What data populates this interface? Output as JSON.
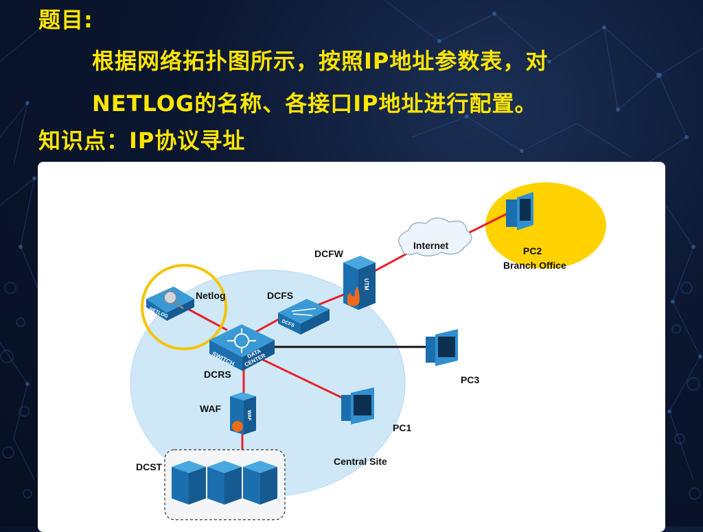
{
  "text": {
    "heading": "题目:",
    "line1": "根据网络拓扑图所示，按照IP地址参数表，对",
    "line2": "NETLOG的名称、各接口IP地址进行配置。",
    "knowledge": "知识点：IP协议寻址"
  },
  "diagram": {
    "nodes": {
      "netlog": {
        "label": "Netlog",
        "device_text": "NETLOG"
      },
      "dcfs": {
        "label": "DCFS",
        "device_text": "DCFS"
      },
      "dcfw": {
        "label": "DCFW",
        "device_text": "UTM"
      },
      "internet": {
        "label": "Internet"
      },
      "pc2": {
        "label": "PC2",
        "sublabel": "Branch Office"
      },
      "dcrs": {
        "label": "DCRS",
        "device_text_1": "SWITCH",
        "device_text_2": "DATA",
        "device_text_3": "CENTER"
      },
      "pc3": {
        "label": "PC3"
      },
      "waf": {
        "label": "WAF",
        "device_text": "WAF"
      },
      "pc1": {
        "label": "PC1"
      },
      "dcst": {
        "label": "DCST"
      }
    },
    "zone_label": "Central Site"
  },
  "colors": {
    "title_text": "#ffe600",
    "link_red": "#e8202a",
    "link_black": "#111111",
    "site_circle": "#cfe8f7",
    "highlight": "#f5c400",
    "branch_fill": "#ffd200",
    "device_blue": "#1f7fc0"
  }
}
